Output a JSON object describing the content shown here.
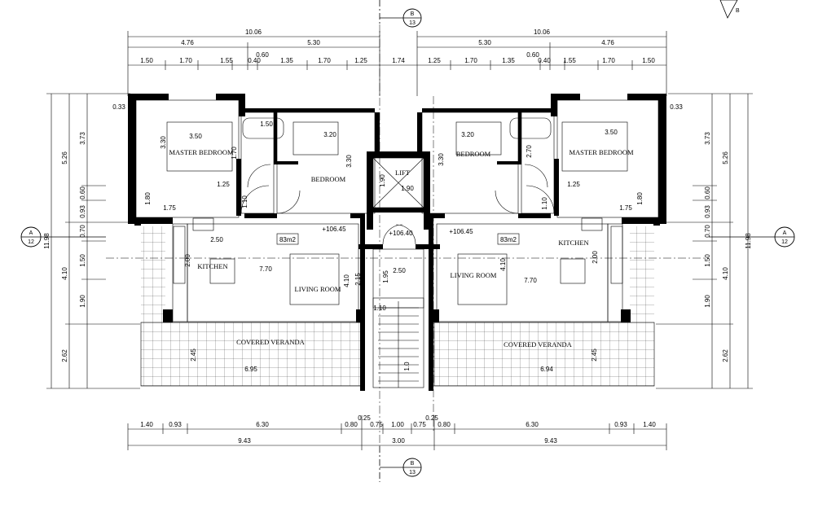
{
  "rooms": {
    "master_bedroom": "MASTER BEDROOM",
    "bedroom": "BEDROOM",
    "lift": "LIFT",
    "kitchen": "KITCHEN",
    "living_room": "LIVING ROOM",
    "covered_veranda": "COVERED VERANDA"
  },
  "section_marks": {
    "a_letter": "A",
    "a_sheet": "12",
    "b_letter": "B",
    "b_sheet": "13"
  },
  "areas": {
    "unit": "83m2"
  },
  "levels": {
    "left": "+106.45",
    "center": "+106.40",
    "right": "+106.45"
  },
  "top_dims": {
    "total": "10.06",
    "left_parts": [
      "4.76",
      "5.30"
    ],
    "right_parts": [
      "5.30",
      "4.76"
    ],
    "center": "1.74",
    "detail_left": [
      "1.50",
      "1.70",
      "1.55",
      "0.40",
      "1.35",
      "1.70",
      "1.25"
    ],
    "detail_right": [
      "1.25",
      "1.70",
      "1.35",
      "0.40",
      "1.55",
      "1.70",
      "1.50"
    ],
    "gap": "0.60"
  },
  "bottom_dims": {
    "left": [
      "1.40",
      "0.93",
      "6.30",
      "0.80",
      "0.75",
      "1.00",
      "0.75",
      "0.80",
      "6.30",
      "0.93",
      "1.40"
    ],
    "second": [
      "9.43",
      "3.00",
      "9.43"
    ],
    "small": "0.25"
  },
  "side_dims": {
    "total": "11.98",
    "outer": [
      "5.26",
      "4.10",
      "2.62"
    ],
    "inner": [
      "3.73",
      "0.60",
      "0.93",
      "0.70",
      "1.50",
      "1.90"
    ],
    "corner": "0.33"
  },
  "interior_dims": {
    "mb_w": "3.50",
    "mb_h": "3.30",
    "bath_w": "1.50",
    "bath_h": "1.70",
    "bed_w": "3.20",
    "bed_h": "3.30",
    "lift_w": "1.90",
    "lift_h": "1.90",
    "hall": "1.25",
    "door": "1.10",
    "wc_w": "1.75",
    "wc_h": "1.80",
    "kitchen_w": "2.50",
    "kitchen_h": "2.00",
    "living_w": "7.70",
    "living_h": "4.10",
    "lobby_w": "2.50",
    "lobby_h": "1.95",
    "stair_w": "1.10",
    "stair_v": "2.15",
    "veranda_h": "2.45",
    "veranda_w_l": "6.95",
    "veranda_w_r": "6.94",
    "stair_b": "1.0",
    "mb_r_h": "2.70",
    "bed_r_h": "3.30",
    "liv_h_r": "4.10"
  }
}
